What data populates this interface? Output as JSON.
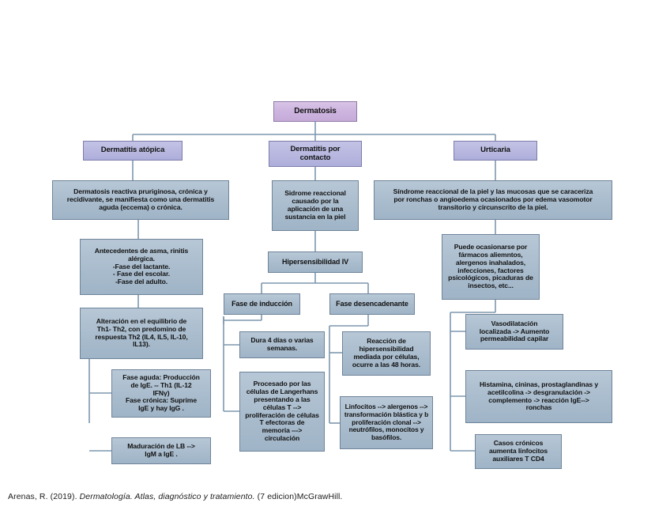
{
  "diagram": {
    "title": "Dermatosis",
    "type": "flowchart",
    "colors": {
      "root_fill": "#cdb4df",
      "level2_fill": "#b6b6df",
      "body_fill": "#a9bccd",
      "connector": "#7d97ad",
      "root_border": "#8f7aa6",
      "level2_border": "#7c7cab",
      "body_border": "#6e8499"
    },
    "nodes": {
      "root": "Dermatosis",
      "branch_atopica": "Dermatitis atópica",
      "branch_contacto": "Dermatitis por\ncontacto",
      "branch_urticaria": "Urticaria",
      "atopica_def": "Dermatosis reactiva pruriginosa, crónica y\nrecidivante, se manifiesta como una dermatitis\naguda (eccema) o crónica.",
      "atopica_antecedentes": "Antecedentes de asma, rinitis\nalérgica.\n-Fase del lactante.\n- Fase del escolar.\n-Fase del adulto.",
      "atopica_alteracion": "Alteración en el equilibrio de\nTh1- Th2, con predomino de\nrespuesta Th2 (IL4, IL5, IL-10,\nIL13).",
      "atopica_fases": "Fase aguda: Producción\nde IgE. -- Th1 (IL-12\nIFNγ)\nFase crónica: Suprime\nIgE y hay IgG .",
      "atopica_maduracion": "Maduración de LB -->\nIgM a IgE .",
      "contacto_def": "Sidrome reaccional\ncausado por la\naplicación de una\nsustancia en la piel",
      "contacto_hipersensibilidad": "Hipersensibilidad IV",
      "contacto_fase_induccion": "Fase de inducción",
      "contacto_fase_desencadenante": "Fase desencadenante",
      "induccion_duracion": "Dura 4 días o varias\nsemanas.",
      "induccion_procesado": "Procesado por las\ncélulas de Langerhans\npresentando a las\ncélulas T -->\nproliferación de células\nT efectoras de\nmemoria --->\ncirculación",
      "desencadenante_reaccion": "Reacción de\nhipersensibilidad\nmediada por células,\nocurre a las 48 horas.",
      "desencadenante_linfocitos": "Linfocitos --> alergenos -->\ntransformación blástica y b\nproliferación clonal -->\nneutrófilos, monocitos y\nbasófilos.",
      "urticaria_def": "Síndrome reaccional de la piel y las mucosas que se caraceriza\npor ronchas o angioedema ocasionados por edema vasomotor\ntransitorio y circunscrito de la piel.",
      "urticaria_causas": "Puede ocasionarse por\nfármacos aliemntos,\nalergenos inahalados,\ninfecciones, factores\npsicológicos, picaduras de\ninsectos, etc...",
      "urticaria_vasodilatacion": "Vasodilatación\nlocalizada -> Aumento\npermeabilidad capilar",
      "urticaria_histamina": "Histamina, cininas, prostaglandinas y\nacetilcolina -> desgranulación ->\ncomplemento -> reacción IgE-->\nronchas",
      "urticaria_cronicos": "Casos crónicos\naumenta linfocitos\nauxiliares T CD4"
    },
    "citation": {
      "author_year": "Arenas, R.  (2019). ",
      "work_italic": "Dermatología. Atlas, diagnóstico y tratamiento.",
      "tail": "  (7 edicion)McGrawHill."
    }
  }
}
